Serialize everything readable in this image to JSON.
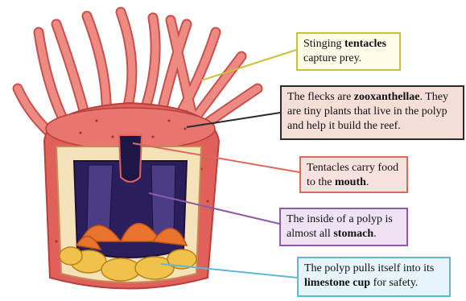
{
  "colors": {
    "body_red": "#e0605a",
    "tentacle_pink": "#ee8a84",
    "cup_cream": "#f6e2b8",
    "stomach_purple": "#2a1f5c",
    "inner_orange": "#e9742e",
    "yellow_ring": "#f1c24a"
  },
  "callouts": [
    {
      "id": "tentacles",
      "pre": "Stinging ",
      "bold": "tentacles",
      "post": " capture prey.",
      "border": "#c9c23a"
    },
    {
      "id": "zooxanthellae",
      "pre": "The flecks are ",
      "bold": "zooxanthellae",
      "post": ". They are tiny plants that live in the polyp and help it build the reef.",
      "border": "#2b2b2b"
    },
    {
      "id": "mouth",
      "pre": "Tentacles carry food to the ",
      "bold": "mouth",
      "post": ".",
      "border": "#d96a5a"
    },
    {
      "id": "stomach",
      "pre": "The inside of a polyp is almost all ",
      "bold": "stomach",
      "post": ".",
      "border": "#8e5aa6"
    },
    {
      "id": "limestone",
      "pre": "The polyp pulls itself into its ",
      "bold": "limestone cup",
      "post": " for safety.",
      "border": "#5fb7d6"
    }
  ]
}
